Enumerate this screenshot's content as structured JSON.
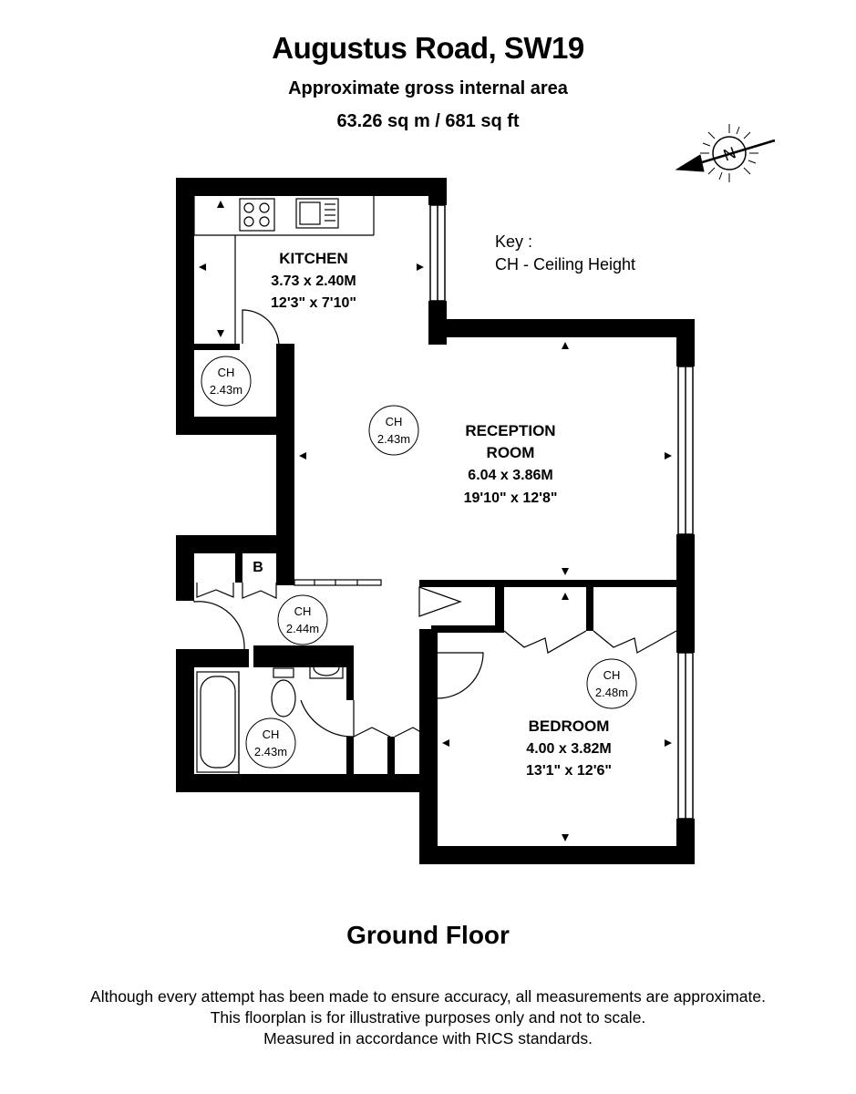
{
  "header": {
    "title": "Augustus Road, SW19",
    "subtitle": "Approximate gross internal area",
    "area": "63.26 sq m / 681 sq ft"
  },
  "compass": {
    "label": "N",
    "icon": "north-arrow-icon"
  },
  "key": {
    "title": "Key :",
    "entry": "CH - Ceiling Height"
  },
  "rooms": {
    "kitchen": {
      "name": "KITCHEN",
      "metric": "3.73 x 2.40M",
      "imperial": "12'3\" x 7'10\""
    },
    "reception": {
      "name_line1": "RECEPTION",
      "name_line2": "ROOM",
      "metric": "6.04 x 3.86M",
      "imperial": "19'10\" x 12'8\""
    },
    "bedroom": {
      "name": "BEDROOM",
      "metric": "4.00 x 3.82M",
      "imperial": "13'1\" x 12'6\""
    },
    "boiler": {
      "label": "B"
    }
  },
  "ceiling_heights": {
    "label": "CH",
    "cupboard": "2.43m",
    "reception": "2.43m",
    "hall": "2.44m",
    "bathroom": "2.43m",
    "bedroom": "2.48m"
  },
  "floor_label": "Ground Floor",
  "disclaimer": {
    "line1": "Although every attempt has been made to ensure accuracy, all measurements are approximate.",
    "line2": "This floorplan is for illustrative purposes only and not to scale.",
    "line3": "Measured in accordance with RICS standards."
  },
  "colors": {
    "wall": "#000000",
    "background": "#ffffff",
    "line": "#000000"
  }
}
